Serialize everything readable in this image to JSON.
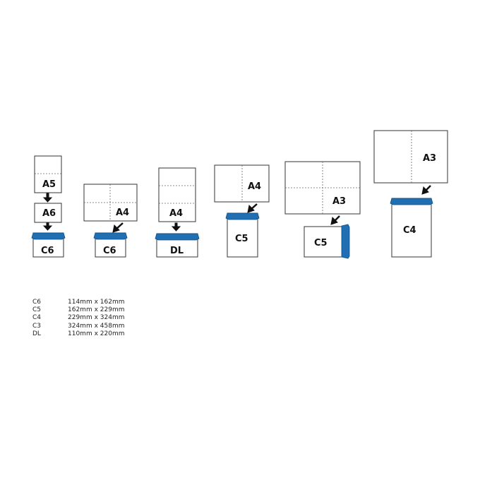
{
  "labels": {
    "g1_a5": "A5",
    "g1_a6": "A6",
    "g1_c6": "C6",
    "g2_a4": "A4",
    "g2_c6": "C6",
    "g3_a4": "A4",
    "g3_dl": "DL",
    "g4_a4": "A4",
    "g4_c5": "C5",
    "g5_a3": "A3",
    "g5_c5": "C5",
    "g6_a3": "A3",
    "g6_c4": "C4"
  },
  "sizes": [
    {
      "code": "C6",
      "dims": "114mm x 162mm"
    },
    {
      "code": "C5",
      "dims": "162mm x 229mm"
    },
    {
      "code": "C4",
      "dims": "229mm x 324mm"
    },
    {
      "code": "C3",
      "dims": "324mm x 458mm"
    },
    {
      "code": "DL",
      "dims": "110mm x 220mm"
    }
  ],
  "colors": {
    "flap": "#1f6fb2"
  }
}
